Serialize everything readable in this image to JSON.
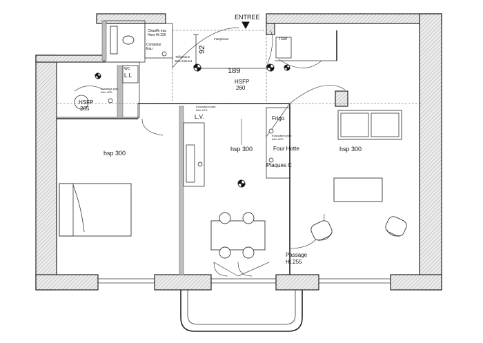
{
  "plan": {
    "entrance_label": "ENTREE",
    "dimensions": {
      "hall_width": "189",
      "hall_depth": "92"
    },
    "rooms": {
      "bedroom_height": "hsp 300",
      "kitchen_height": "hsp 300",
      "living_height": "hsp 300",
      "hall_hsfp_label": "HSFP",
      "hall_hsfp_value": "260",
      "bath_hsfp_label": "HSFP",
      "bath_hsfp_value": "265",
      "passage_label": "Passage",
      "passage_height": "Ht.255"
    },
    "fixtures": {
      "wc": "WC",
      "ll": "L.L",
      "lv": "L.V.",
      "frigo": "Frigo",
      "four_hotte": "Four Hotte",
      "plaques": "Plaques C",
      "chauffe_eau": "Chauffe eau",
      "chauffe_eau_ht": "Hors Ht 220",
      "compteur": "Compteur",
      "eau": "Eau",
      "telephone": "Téléphone",
      "box_internet": "Box internet",
      "tgbt": "TGBT",
      "interphone": "Interphone",
      "evier_note_1": "Evacuation plan",
      "evier_note_2": "fuite LED",
      "bath_note_1": "Eclairage plan",
      "bath_note_2": "fuite LED",
      "fridge_note_1": "Evacuation plan",
      "fridge_note_2": "fuite LED"
    }
  }
}
